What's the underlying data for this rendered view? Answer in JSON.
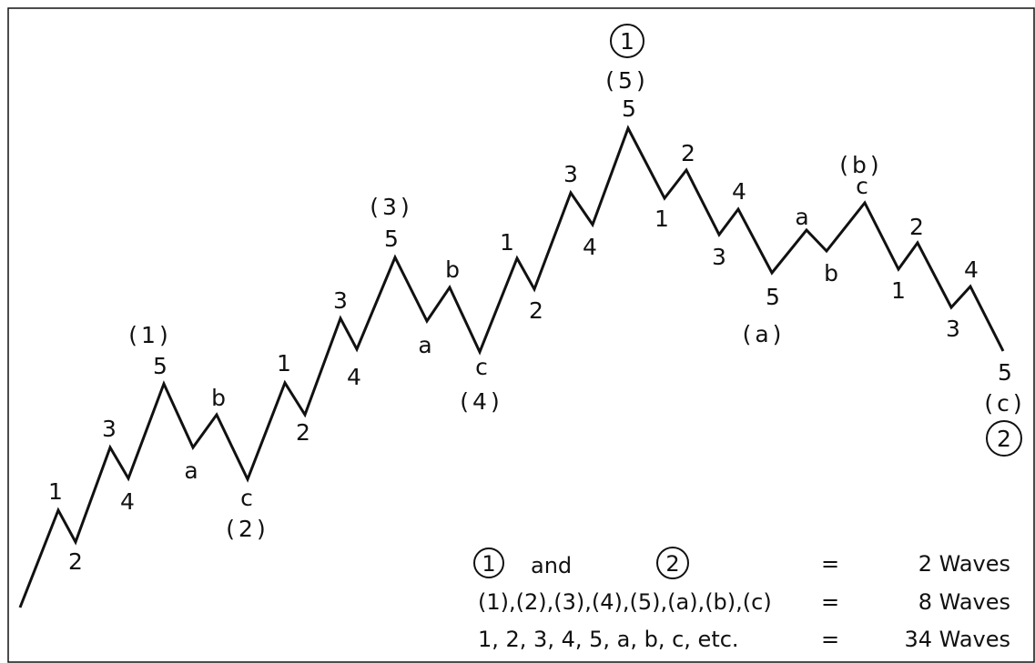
{
  "diagram": {
    "stroke_color": "#111111",
    "background": "#ffffff",
    "wave_path": [
      {
        "label": "",
        "sub": ""
      },
      {
        "label": "1",
        "sub": ""
      },
      {
        "label": "2",
        "sub": ""
      },
      {
        "label": "3",
        "sub": ""
      },
      {
        "label": "4",
        "sub": ""
      },
      {
        "label": "5",
        "sub": "(1)"
      },
      {
        "label": "a",
        "sub": ""
      },
      {
        "label": "b",
        "sub": ""
      },
      {
        "label": "c",
        "sub": "(2)"
      },
      {
        "label": "1",
        "sub": ""
      },
      {
        "label": "2",
        "sub": ""
      },
      {
        "label": "3",
        "sub": ""
      },
      {
        "label": "4",
        "sub": ""
      },
      {
        "label": "5",
        "sub": "(3)"
      },
      {
        "label": "a",
        "sub": ""
      },
      {
        "label": "b",
        "sub": ""
      },
      {
        "label": "c",
        "sub": "(4)"
      },
      {
        "label": "1",
        "sub": ""
      },
      {
        "label": "2",
        "sub": ""
      },
      {
        "label": "3",
        "sub": ""
      },
      {
        "label": "4",
        "sub": ""
      },
      {
        "label": "5",
        "sub": "(5)",
        "circled": "1"
      },
      {
        "label": "1",
        "sub": ""
      },
      {
        "label": "2",
        "sub": ""
      },
      {
        "label": "3",
        "sub": ""
      },
      {
        "label": "4",
        "sub": ""
      },
      {
        "label": "5",
        "sub": "(a)"
      },
      {
        "label": "a",
        "sub": ""
      },
      {
        "label": "b",
        "sub": ""
      },
      {
        "label": "c",
        "sub": "(b)"
      },
      {
        "label": "1",
        "sub": ""
      },
      {
        "label": "2",
        "sub": ""
      },
      {
        "label": "3",
        "sub": ""
      },
      {
        "label": "4",
        "sub": ""
      },
      {
        "label": "5",
        "sub": "(c)",
        "circled": "2"
      }
    ]
  },
  "legend": {
    "row1": {
      "circled_a": "1",
      "and": "and",
      "circled_b": "2",
      "eq": "=",
      "count": "2 Waves"
    },
    "row2": {
      "text": "(1),(2),(3),(4),(5),(a),(b),(c)",
      "eq": "=",
      "count": "8 Waves"
    },
    "row3": {
      "text": "1, 2, 3, 4, 5, a, b, c, etc.",
      "eq": "=",
      "count": "34 Waves"
    }
  }
}
